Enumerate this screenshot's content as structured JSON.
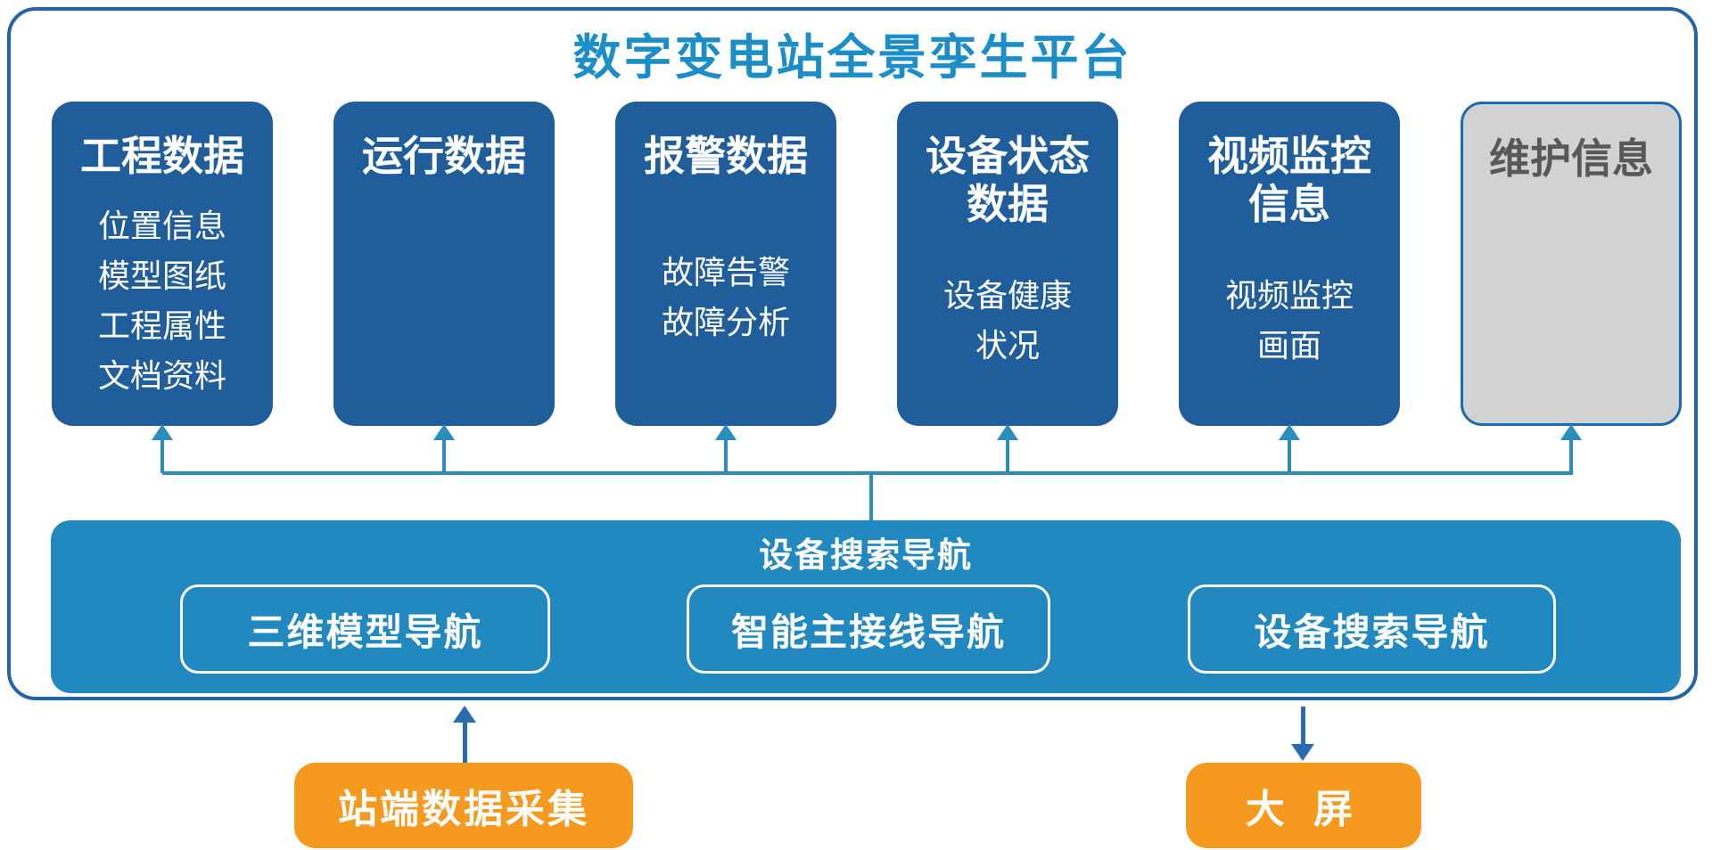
{
  "title": "数字变电站全景孪生平台",
  "cards": [
    {
      "title_lines": [
        "工程数据"
      ],
      "items": [
        "位置信息",
        "模型图纸",
        "工程属性",
        "文档资料"
      ],
      "variant": "blue"
    },
    {
      "title_lines": [
        "运行数据"
      ],
      "items": [],
      "variant": "blue"
    },
    {
      "title_lines": [
        "报警数据"
      ],
      "items": [
        "故障告警",
        "故障分析"
      ],
      "variant": "blue"
    },
    {
      "title_lines": [
        "设备状态",
        "数据"
      ],
      "items": [
        "设备健康",
        "状况"
      ],
      "variant": "blue"
    },
    {
      "title_lines": [
        "视频监控",
        "信息"
      ],
      "items": [
        "视频监控",
        "画面"
      ],
      "variant": "blue"
    },
    {
      "title_lines": [
        "维护信息"
      ],
      "items": [],
      "variant": "gray"
    }
  ],
  "nav_bar": {
    "title": "设备搜索导航",
    "buttons": [
      "三维模型导航",
      "智能主接线导航",
      "设备搜索导航"
    ]
  },
  "external": {
    "source_label": "站端数据采集",
    "screen_label": "大 屏"
  },
  "colors": {
    "outer_border": "#2165a8",
    "title_text": "#1b8ec7",
    "card_blue": "#1f5d9b",
    "card_gray_fill": "#d2d2d3",
    "card_gray_text": "#58585a",
    "nav_bar_fill": "#2289c0",
    "connector_teal": "#2b8cc0",
    "connector_dark_blue": "#2b6cb0",
    "external_orange": "#f59a1f"
  }
}
